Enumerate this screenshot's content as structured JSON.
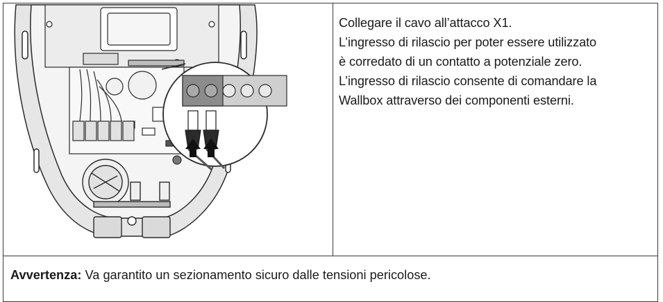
{
  "instructions": {
    "lines": [
      "Collegare il cavo all’attacco X1.",
      "L’ingresso di rilascio per poter essere utilizzato",
      "è corredato di un contatto a potenziale zero.",
      "L’ingresso di rilascio consente di comandare la",
      "Wallbox attraverso dei componenti esterni."
    ]
  },
  "warning": {
    "label": "Avvertenza:",
    "text": " Va garantito un sezionamento sicuro dalle tensioni pericolose."
  },
  "figure": {
    "icons": [
      "wallbox-open-housing",
      "terminal-block-x1",
      "cable-ferrule",
      "insert-arrow-icon"
    ],
    "colors": {
      "housing": "#e9e9e9",
      "line": "#2a2a2a",
      "terminal": "#8c8c8c",
      "ferrule": "#2b2b2b"
    }
  }
}
